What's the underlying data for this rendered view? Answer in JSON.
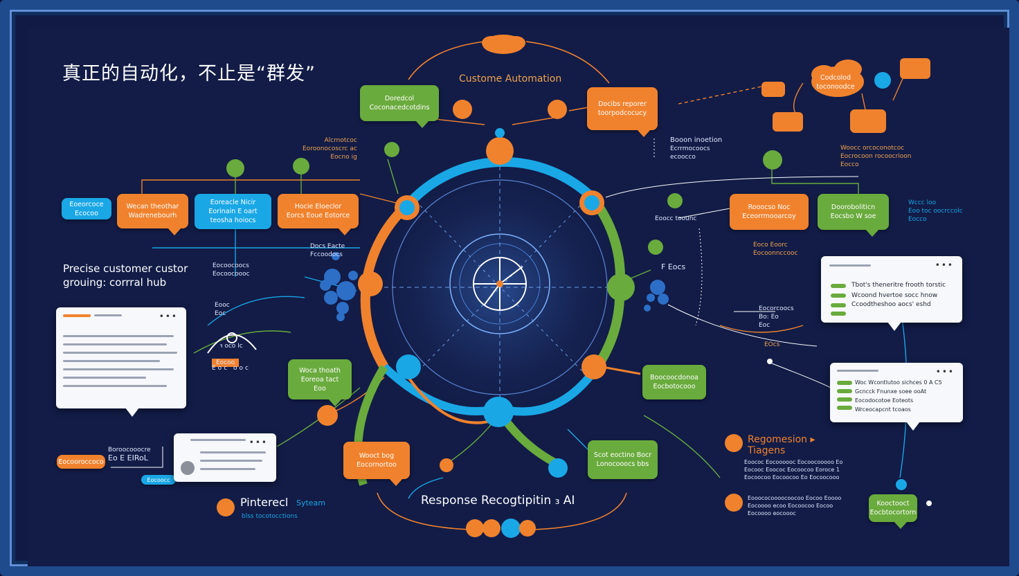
{
  "title": "真正的自动化，不止是“群发”",
  "center": {
    "top_label": "Custome Automation",
    "bottom_label": "Response Recogtipitin ₃ AI"
  },
  "left": {
    "hub_label_line1": "Precise customer custor",
    "hub_label_line2": "grouing: corrral hub"
  },
  "right": {
    "regression_line1": "Regomesion ▸",
    "regression_line2": "Tiagens"
  },
  "bottom_left": {
    "brand": "Pinterecl",
    "brand_sub": "Syteam",
    "brand_tag": "blss tocotocctions"
  },
  "nodes": {
    "n1": [
      "Doredcol",
      "Coconacedcotdins"
    ],
    "n2": [
      "Docibs reporer",
      "toorpodcocucy"
    ],
    "n3": [
      "Codcolod",
      "toconoodce"
    ],
    "n4": [
      "Wecan theothar",
      "Wadrenebourh"
    ],
    "n5": [
      "Eoreacle Nicir",
      "Eorinain E oart",
      "teosha hoiocs"
    ],
    "n6": [
      "Hocie Eloeclor",
      "Eorcs Eoue Eotorce"
    ],
    "n7": [
      "Rooocso Noc",
      "Eceorrmooarcoy"
    ],
    "n8": [
      "Dooroboliticn",
      "Eocsbo W soe"
    ],
    "n9": [
      "Woca thoath",
      "Eoreoa tact",
      "Eoo"
    ],
    "n10": [
      "Boocoocdonoa",
      "Eocbotocooo"
    ],
    "n11": [
      "Wooct bog",
      "Eocornortoo"
    ],
    "n12": [
      "Scot eoctino Bocr",
      "Lonocooocs bbs"
    ],
    "n13": [
      "Kooctooct",
      "Eocbtocortorn"
    ],
    "n14": [
      "Eoeorcoce"
    ],
    "n15": [
      "Ecocoo"
    ],
    "n16": [
      "Eocooroccoco",
      "Eocoocc"
    ]
  },
  "cards": {
    "c1": [
      "Tbot's theneritre frooth torstic",
      "Wcoond hvertoe socc hnow",
      "Ccoodtheshoo aocs' eshd"
    ],
    "c2": [
      "Woc Wcontlutoo sichces 0 A C5",
      "Gcncck Fnunxe soee ooAt",
      "Eocodocotoe Eoteots",
      "Wrceocapcnt tcoaos"
    ]
  },
  "small_labels": {
    "s1": [
      "Alcrnotcoc",
      "Eoroonocoscrc ac",
      "Eocno ig"
    ],
    "s2": [
      "Booon inoetion",
      "Ecrrmocoocs",
      "ecoocco"
    ],
    "s3": [
      "Woocc orcoconotcoc",
      "Eocrocoon rocoocrioon",
      "Eocco"
    ],
    "s4": [
      "Wccc loo",
      "Eoo toc oocrccolc",
      "Eocco"
    ],
    "s5": [
      "Eoocc toounc"
    ],
    "s6": [
      "Eoco Eoorc",
      "Eocoonnccooc"
    ],
    "s7": [
      "Docs Eacte",
      "Fccoodocs"
    ],
    "s8": [
      "Eocoocoocs",
      "Eocoocoooc"
    ],
    "s9": [
      "EOcs"
    ],
    "s10": [
      "F Eocs"
    ],
    "s11": [
      "Eocorcoocs",
      "Bo: Eo",
      "Eoc"
    ],
    "s12": [
      "Boroocooocre",
      "Eo E EIRoL"
    ],
    "s13": [
      "Eocoo"
    ],
    "s14": [
      "Eoococ Eocoooooc Eocoocooooo Eo",
      "Eocooc Eoococ Eocoocoo Eoroce 1",
      "Eocoocoo Eocoocoo Eo Eocoocooo"
    ],
    "s15": [
      "Eooococoooocoocoo Eocoo Eoooo",
      "Eocoooo ecoo Eocoocoo Eocoo",
      "Eocoooo eocoooc"
    ],
    "s16": [
      "ꝛ oco Ic",
      "Eoc ooc"
    ],
    "s17": [
      "Eooc",
      "Eoc"
    ]
  },
  "colors": {
    "orange": "#f1822d",
    "green": "#6aab3d",
    "blue": "#1aa7e6",
    "background": "#121c47"
  }
}
